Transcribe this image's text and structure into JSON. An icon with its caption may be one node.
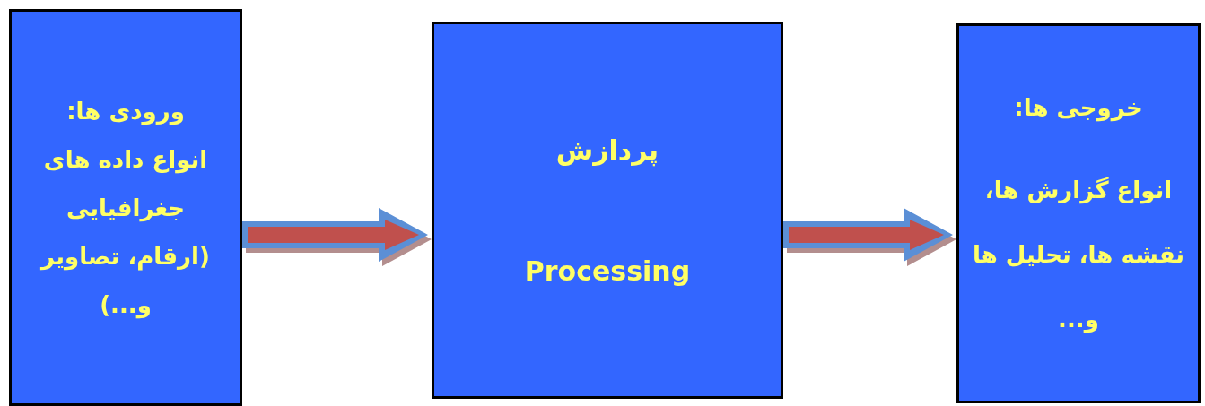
{
  "diagram": {
    "nodes": [
      {
        "text": [
          "ورودی ها:",
          "انواع داده های جغرافیایی (ارقام، تصاویر و...)"
        ]
      },
      {
        "text": [
          "پردازش",
          "Processing"
        ]
      },
      {
        "text": [
          "خروجی ها:",
          "انواع گزارش ها، نقشه ها، تحلیل ها و..."
        ]
      }
    ],
    "edges": [
      {
        "from": 0,
        "to": 1,
        "arrow": "to"
      },
      {
        "from": 1,
        "to": 2,
        "arrow": "to"
      }
    ]
  }
}
